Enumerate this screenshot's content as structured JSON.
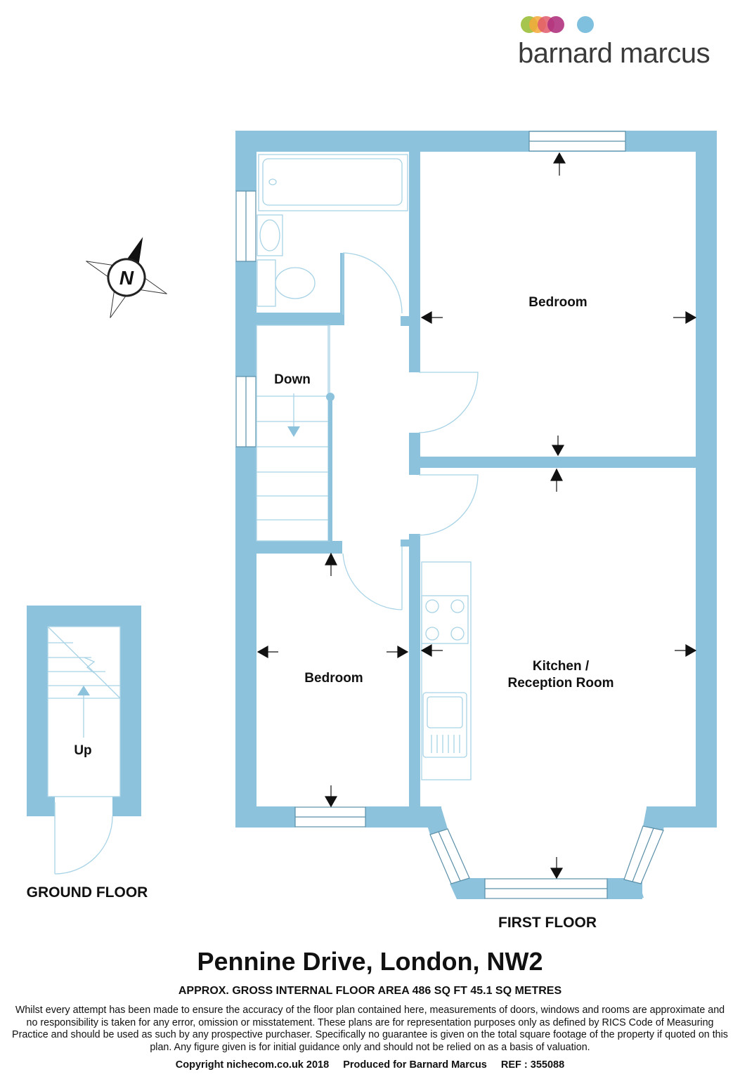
{
  "brand": {
    "name": "barnard marcus",
    "dot_colors": [
      "#9bbf3b",
      "#f4a93a",
      "#e05a6b",
      "#b0337e",
      "#7fc0de"
    ]
  },
  "rooms": {
    "bedroom_top": "Bedroom",
    "bedroom_bottom": "Bedroom",
    "kitchen_line1": "Kitchen /",
    "kitchen_line2": "Reception Room",
    "stairs_down": "Down",
    "stairs_up": "Up"
  },
  "floors": {
    "ground": "GROUND FLOOR",
    "first": "FIRST FLOOR"
  },
  "compass": {
    "label": "N"
  },
  "footer": {
    "title": "Pennine Drive, London, NW2",
    "area": "APPROX. GROSS INTERNAL FLOOR AREA 486 SQ FT 45.1 SQ METRES",
    "disclaimer": "Whilst every attempt has been made to ensure the accuracy of the floor plan contained here, measurements of doors, windows and rooms are approximate and no responsibility is taken for any error, omission or misstatement. These plans are for representation purposes only as defined by RICS Code of Measuring Practice and should be used as such by any prospective purchaser.  Specifically no guarantee is given on the total square footage of the property if quoted on this plan. Any figure given is for initial guidance only and should not be relied on as a basis of valuation.",
    "copyright": "Copyright nichecom.co.uk 2018",
    "produced_for": "Produced for Barnard Marcus",
    "ref": "REF : 355088"
  },
  "colors": {
    "wall": "#8dc2dd",
    "fixture_line": "#a8d3e6",
    "text": "#111111"
  }
}
